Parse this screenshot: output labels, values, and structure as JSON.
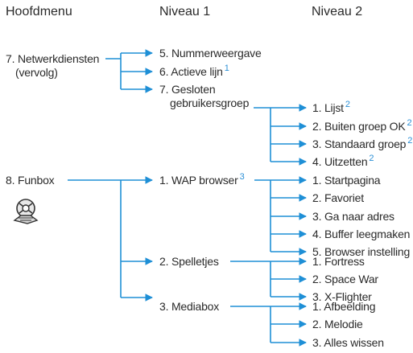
{
  "headers": {
    "main": "Hoofdmenu",
    "level1": "Niveau 1",
    "level2": "Niveau 2"
  },
  "colors": {
    "arrow": "#1e8fd6",
    "footnote": "#2a8fd6",
    "text": "#2a2a2a"
  },
  "main_menu": {
    "netwerk_line1": "7. Netwerkdiensten",
    "netwerk_line2": "(vervolg)",
    "funbox": "8. Funbox",
    "funbox_icon": "funbox-icon"
  },
  "level1": {
    "nummerweergave": "5. Nummerweergave",
    "actieve_lijn": "6. Actieve lijn",
    "actieve_lijn_fn": "1",
    "gesloten_line1": "7. Gesloten",
    "gesloten_line2": "gebruikersgroep",
    "wap": "1. WAP browser",
    "wap_fn": "3",
    "spelletjes": "2. Spelletjes",
    "mediabox": "3. Mediabox"
  },
  "level2": {
    "lijst": "1. Lijst",
    "lijst_fn": "2",
    "buiten": "2. Buiten groep OK",
    "buiten_fn": "2",
    "standaard": "3. Standaard groep",
    "standaard_fn": "2",
    "uitzetten": "4. Uitzetten",
    "uitzetten_fn": "2",
    "startpagina": "1. Startpagina",
    "favoriet": "2. Favoriet",
    "ga_naar": "3. Ga naar adres",
    "buffer": "4. Buffer leegmaken",
    "browser_instelling": "5. Browser instelling",
    "fortress": "1. Fortress",
    "space_war": "2. Space War",
    "x_flighter": "3. X-Flighter",
    "afbeelding": "1. Afbeelding",
    "melodie": "2. Melodie",
    "alles_wissen": "3. Alles wissen"
  }
}
